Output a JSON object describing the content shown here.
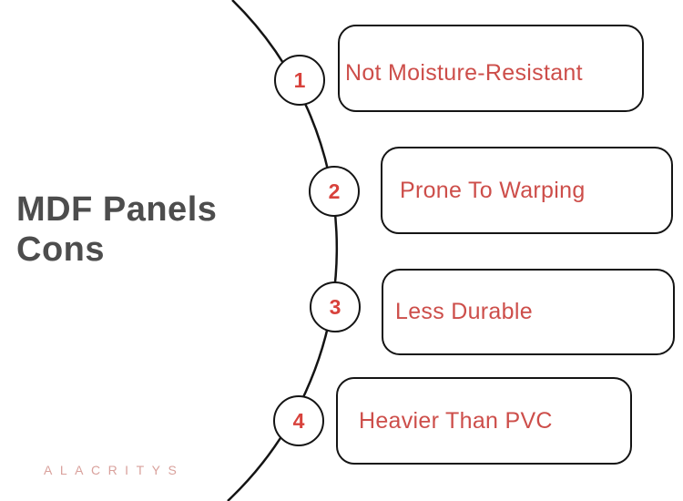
{
  "title": "MDF Panels Cons",
  "brand": "ALACRITYS",
  "colors": {
    "background": "#ffffff",
    "line": "#141414",
    "title_text": "#4d4d4d",
    "label_text": "#cd4e4a",
    "number_text": "#d8423c",
    "brand_text": "#d9a19c"
  },
  "items": [
    {
      "number": "1",
      "label": "Not Moisture-Resistant"
    },
    {
      "number": "2",
      "label": "Prone To Warping"
    },
    {
      "number": "3",
      "label": "Less Durable"
    },
    {
      "number": "4",
      "label": "Heavier Than PVC"
    }
  ]
}
